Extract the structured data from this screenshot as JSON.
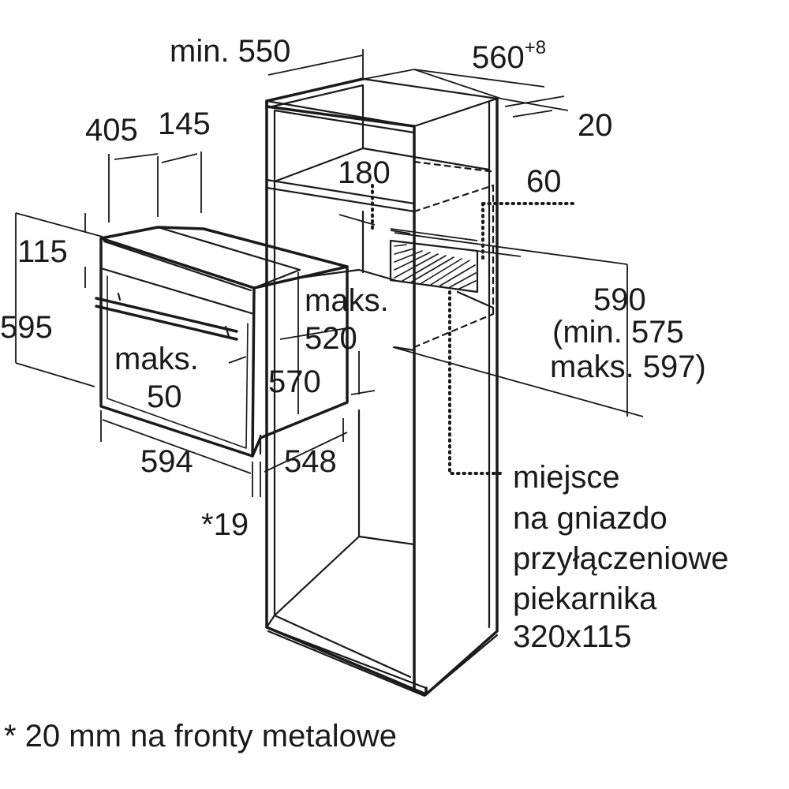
{
  "labels": {
    "min_550": "min. 550",
    "w560": "560",
    "w560_tol": "+8",
    "d20": "20",
    "d405": "405",
    "d145": "145",
    "d180": "180",
    "d60": "60",
    "d115": "115",
    "d595": "595",
    "d590": "590",
    "d590_min": "(min. 575",
    "d590_max": "maks. 597)",
    "maks_520_a": "maks.",
    "maks_520_b": "520",
    "maks_50_a": "maks.",
    "maks_50_b": "50",
    "d570": "570",
    "d594": "594",
    "d548": "548",
    "d19": "*19",
    "socket_line1": "miejsce",
    "socket_line2": "na gniazdo",
    "socket_line3": "przyłączeniowe",
    "socket_line4": "piekarnika",
    "socket_line5": "320x115",
    "footnote": "* 20 mm na fronty metalowe"
  }
}
